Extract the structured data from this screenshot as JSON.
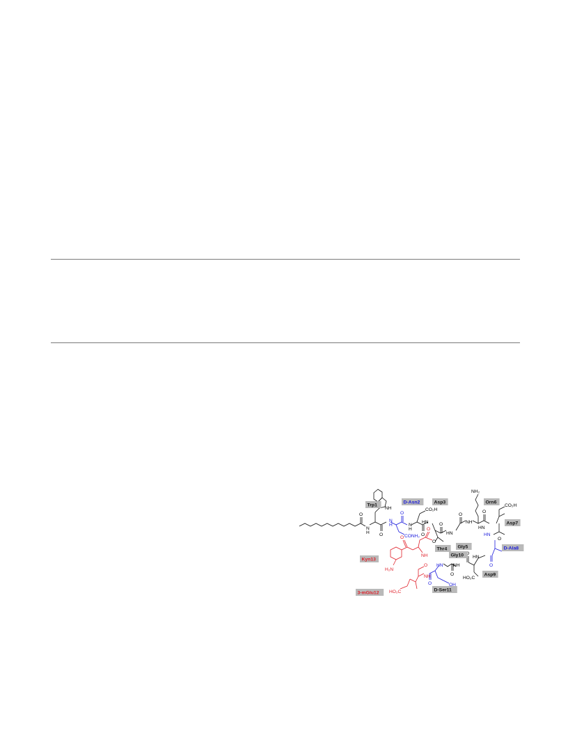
{
  "residues": [
    {
      "id": "trp1",
      "label": "Trp1",
      "color": "#111111",
      "bg": "#b9b9b9"
    },
    {
      "id": "dasn2",
      "label": "D-Asn2",
      "color": "#1a1adc",
      "bg": "#b9b9b9"
    },
    {
      "id": "asp3",
      "label": "Asp3",
      "color": "#111111",
      "bg": "#b9b9b9"
    },
    {
      "id": "thr4",
      "label": "Thr4",
      "color": "#111111",
      "bg": "#b9b9b9"
    },
    {
      "id": "gly5",
      "label": "Gly5",
      "color": "#111111",
      "bg": "#b9b9b9"
    },
    {
      "id": "orn6",
      "label": "Orn6",
      "color": "#111111",
      "bg": "#b9b9b9"
    },
    {
      "id": "asp7",
      "label": "Asp7",
      "color": "#111111",
      "bg": "#b9b9b9"
    },
    {
      "id": "dala8",
      "label": "D-Ala8",
      "color": "#1a1adc",
      "bg": "#b9b9b9"
    },
    {
      "id": "asp9",
      "label": "Asp9",
      "color": "#111111",
      "bg": "#b9b9b9"
    },
    {
      "id": "gly10",
      "label": "Gly10",
      "color": "#111111",
      "bg": "#b9b9b9"
    },
    {
      "id": "dser11",
      "label": "D-Ser11",
      "color": "#111111",
      "bg": "#b9b9b9"
    },
    {
      "id": "mglu12",
      "label": "3-mGlu12",
      "color": "#e0202a",
      "bg": "#b9b9b9"
    },
    {
      "id": "kyn13",
      "label": "Kyn13",
      "color": "#e0202a",
      "bg": "#b9b9b9"
    }
  ],
  "atoms": {
    "nh_indole": "NH",
    "co2h": "CO₂H",
    "nh2": "NH₂",
    "nh": "NH",
    "hn": "HN",
    "n": "N",
    "h": "H",
    "o": "O",
    "conh2": "CONH₂",
    "h2n": "H₂N",
    "ho2c": "HO₂C",
    "oh": "OH"
  },
  "colors": {
    "black": "#111111",
    "blue": "#1a1adc",
    "red": "#e0202a",
    "label_bg": "#b9b9b9"
  }
}
